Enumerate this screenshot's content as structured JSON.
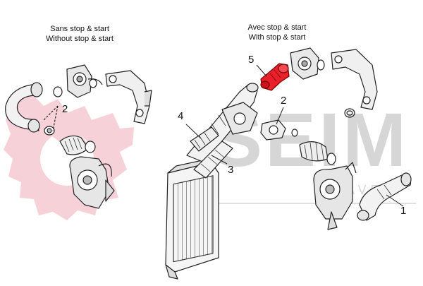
{
  "left_caption": {
    "line1": "Sans stop & start",
    "line2": "Without stop & start"
  },
  "right_caption": {
    "line1": "Avec stop & start",
    "line2": "With stop & start"
  },
  "callouts": {
    "left_2": "2",
    "right_1": "1",
    "right_2": "2",
    "right_3": "3",
    "right_4": "4",
    "right_5": "5"
  },
  "watermark": {
    "text": "SEIM",
    "subtext": "MAVEC"
  },
  "colors": {
    "highlight": "#e8202a",
    "line": "#222222",
    "watermark": "#d6d6d6",
    "gear": "#f4c5cc"
  },
  "icons": [
    "gear-logo",
    "turbocharger",
    "intercooler",
    "hose",
    "clamp",
    "o-ring",
    "manifold"
  ]
}
